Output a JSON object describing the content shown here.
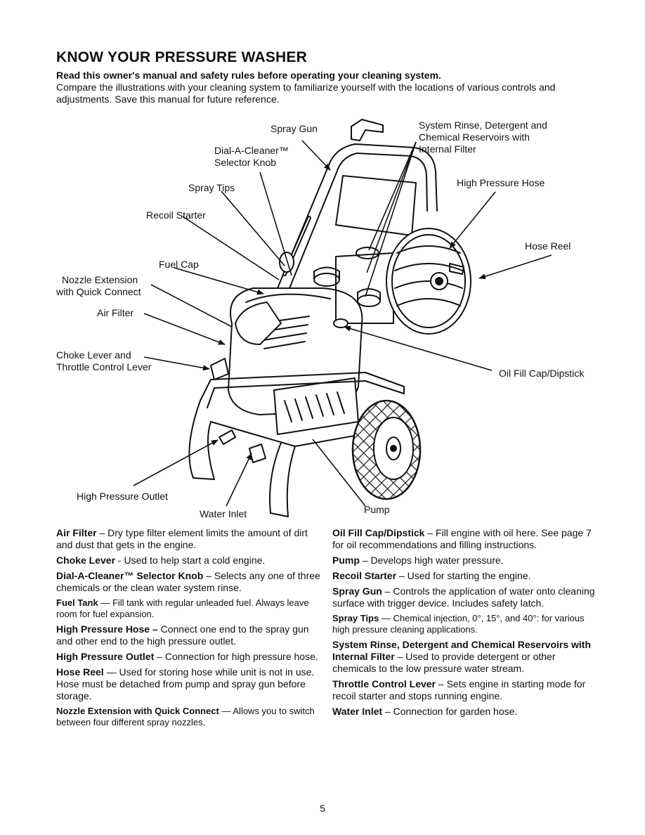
{
  "header": {
    "title": "KNOW YOUR PRESSURE WASHER",
    "lead": "Read this owner's manual and safety rules before operating your cleaning system.",
    "intro": "Compare the illustrations with your cleaning system to familiarize yourself with the locations of various controls and adjustments. Save this manual for future reference."
  },
  "callouts": {
    "spray_gun": "Spray Gun",
    "dial_a_cleaner_1": "Dial-A-Cleaner™",
    "dial_a_cleaner_2": "Selector Knob",
    "spray_tips": "Spray Tips",
    "recoil_starter": "Recoil Starter",
    "fuel_cap": "Fuel Cap",
    "nozzle_ext_1": "Nozzle Extension",
    "nozzle_ext_2": "with Quick Connect",
    "air_filter": "Air Filter",
    "choke_1": "Choke Lever and",
    "choke_2": "Throttle Control Lever",
    "high_pressure_outlet": "High Pressure Outlet",
    "water_inlet": "Water Inlet",
    "pump": "Pump",
    "system_rinse_1": "System Rinse, Detergent and",
    "system_rinse_2": "Chemical Reservoirs with",
    "system_rinse_3": "Internal Filter",
    "high_pressure_hose": "High Pressure Hose",
    "hose_reel": "Hose Reel",
    "oil_fill": "Oil Fill Cap/Dipstick"
  },
  "definitions_left": [
    {
      "term": "Air Filter",
      "text": " – Dry type filter element limits the amount of dirt and dust that gets in the engine."
    },
    {
      "term": "Choke Lever",
      "text": " - Used to help start a cold engine."
    },
    {
      "term": "Dial-A-Cleaner™ Selector Knob",
      "text": " – Selects any one of three chemicals or the clean water system rinse."
    },
    {
      "term": "Fuel Tank",
      "text": " — Fill tank with regular unleaded fuel. Always leave room for fuel expansion."
    },
    {
      "term": "High Pressure Hose –",
      "text": " Connect one end to the spray gun and other end to the high pressure outlet."
    },
    {
      "term": "High Pressure Outlet",
      "text": " – Connection for high pressure hose."
    },
    {
      "term": "Hose Reel",
      "text": " — Used for storing hose while unit is not in use. Hose must be detached from pump and spray gun before storage."
    },
    {
      "term": "Nozzle Extension with Quick Connect",
      "text": " — Allows you to switch between four different spray nozzles."
    }
  ],
  "definitions_right": [
    {
      "term": "Oil Fill Cap/Dipstick",
      "text": " – Fill engine with oil here. See page 7 for oil recommendations and filling instructions."
    },
    {
      "term": "Pump",
      "text": " – Develops high water pressure."
    },
    {
      "term": "Recoil Starter",
      "text": " – Used for starting the engine."
    },
    {
      "term": "Spray Gun",
      "text": " – Controls the application of water onto cleaning surface with trigger device. Includes safety latch."
    },
    {
      "term": "Spray Tips",
      "text": " — Chemical injection, 0°, 15°, and 40°: for various high pressure cleaning applications."
    },
    {
      "term": "System Rinse, Detergent and Chemical Reservoirs with Internal Filter",
      "text": " – Used to provide detergent or other chemicals to the low pressure water stream."
    },
    {
      "term": "Throttle Control Lever",
      "text": " – Sets engine in starting mode for recoil starter and stops running engine."
    },
    {
      "term": "Water Inlet",
      "text": " – Connection for garden hose."
    }
  ],
  "footer": {
    "page_number": "5"
  }
}
